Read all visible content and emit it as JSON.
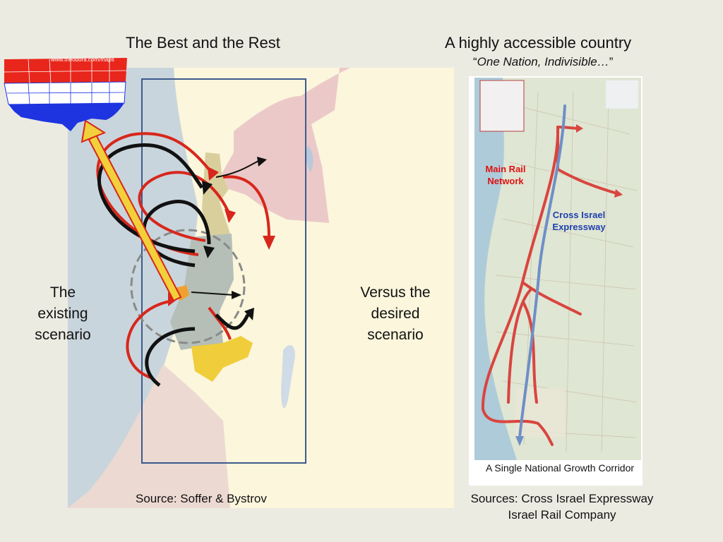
{
  "slide": {
    "left_title": "The Best and the Rest",
    "right_title": "A highly accessible country",
    "right_subtitle_open": "“",
    "right_subtitle_italic": "One Nation, Indivisible…",
    "right_subtitle_close": "”",
    "left_label_line1": "The",
    "left_label_line2": "existing",
    "left_label_line3": "scenario",
    "middle_label_line1": "Versus the",
    "middle_label_line2": "desired",
    "middle_label_line3": "scenario",
    "left_source": "Source: Soffer & Bystrov",
    "right_caption": "A Single National Growth Corridor",
    "right_source_line1": "Sources: Cross Israel Expressway",
    "right_source_line2": "Israel Rail Company"
  },
  "usa_map": {
    "watermark": "www.theodora.com/maps",
    "colors": {
      "red": "#e8261b",
      "white": "#ffffff",
      "blue": "#1d34e0"
    }
  },
  "rail_map": {
    "rail_label_line1": "Main Rail",
    "rail_label_line2": "Network",
    "road_label_line1": "Cross Israel",
    "road_label_line2": "Expressway",
    "colors": {
      "rail": "#d9453f",
      "road": "#6e8fc7",
      "rail_text": "#e01010",
      "road_text": "#1f3fb0"
    }
  },
  "arrow_colors": {
    "red": "#d8261c",
    "black": "#111111",
    "yellow": "#f2d03b"
  }
}
